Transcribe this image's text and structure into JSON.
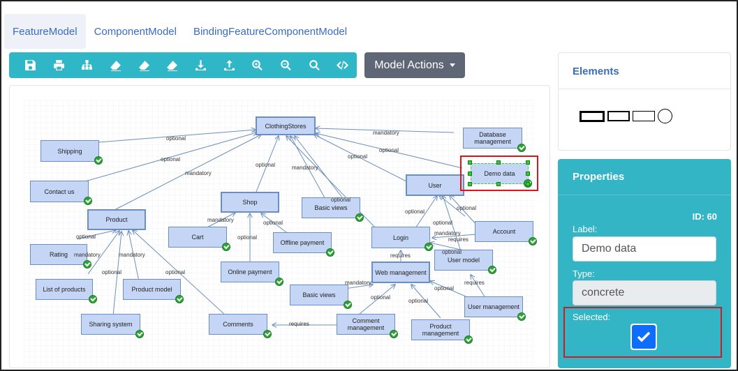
{
  "tabs": [
    {
      "label": "FeatureModel",
      "active": true
    },
    {
      "label": "ComponentModel",
      "active": false
    },
    {
      "label": "BindingFeatureComponentModel",
      "active": false
    }
  ],
  "toolbar": {
    "icons": [
      "save-icon",
      "print-icon",
      "sitemap-icon",
      "eraser-icon",
      "eraser-icon",
      "eraser-icon",
      "download-icon",
      "upload-icon",
      "zoom-in-icon",
      "zoom-out-icon",
      "search-icon",
      "code-icon"
    ],
    "model_actions_label": "Model Actions"
  },
  "elements_panel": {
    "title": "Elements"
  },
  "properties_panel": {
    "title": "Properties",
    "id_text": "ID: 60",
    "label_caption": "Label:",
    "label_value": "Demo data",
    "type_caption": "Type:",
    "type_value": "concrete",
    "selected_caption": "Selected:",
    "selected": true
  },
  "colors": {
    "accent": "#34b5c6",
    "tab_text": "#3b6bc4",
    "node_fill": "#c5d5f5",
    "node_border": "#6c8ebf",
    "highlight": "#d9161c"
  },
  "diagram": {
    "nodes": [
      {
        "id": "n-clothingstores",
        "label": "ClothingStores",
        "abstract": true,
        "check": false
      },
      {
        "id": "n-shipping",
        "label": "Shipping",
        "check": true
      },
      {
        "id": "n-contact",
        "label": "Contact us",
        "check": true
      },
      {
        "id": "n-product",
        "label": "Product",
        "abstract": true,
        "check": false
      },
      {
        "id": "n-rating",
        "label": "Rating",
        "check": true
      },
      {
        "id": "n-listproducts",
        "label": "List of products",
        "check": true
      },
      {
        "id": "n-productmodel",
        "label": "Product model",
        "check": true
      },
      {
        "id": "n-sharing",
        "label": "Sharing system",
        "check": true
      },
      {
        "id": "n-comments",
        "label": "Comments",
        "check": true
      },
      {
        "id": "n-shop",
        "label": "Shop",
        "abstract": true,
        "check": false
      },
      {
        "id": "n-cart",
        "label": "Cart",
        "check": true
      },
      {
        "id": "n-online",
        "label": "Online payment",
        "check": true
      },
      {
        "id": "n-offline",
        "label": "Offline payment",
        "check": true
      },
      {
        "id": "n-basicviews1",
        "label": "Basic views",
        "check": true
      },
      {
        "id": "n-database",
        "label": "Database management",
        "check": true
      },
      {
        "id": "n-demodata",
        "label": "Demo data",
        "check": true
      },
      {
        "id": "n-user",
        "label": "User",
        "abstract": true,
        "check": false
      },
      {
        "id": "n-login",
        "label": "Login",
        "check": true
      },
      {
        "id": "n-account",
        "label": "Account",
        "check": true
      },
      {
        "id": "n-usermodel",
        "label": "User model",
        "check": true
      },
      {
        "id": "n-webmgmt",
        "label": "Web management",
        "abstract": true,
        "check": false
      },
      {
        "id": "n-basicviews2",
        "label": "Basic views",
        "check": true
      },
      {
        "id": "n-commentmgmt",
        "label": "Comment management",
        "check": true
      },
      {
        "id": "n-productmgmt",
        "label": "Product management",
        "check": true
      },
      {
        "id": "n-usermgmt",
        "label": "User management",
        "check": true
      }
    ],
    "edge_labels": [
      "optional",
      "optional",
      "mandatory",
      "mandatory",
      "optional",
      "mandatory",
      "optional",
      "optional",
      "optional",
      "optional",
      "mandatory",
      "optional",
      "optional",
      "mandatory",
      "mandatory",
      "optional",
      "optional",
      "optional",
      "optional",
      "optional",
      "mandatory",
      "requires",
      "optional",
      "requires",
      "requires",
      "mandatory",
      "optional",
      "optional",
      "optional",
      "requires"
    ]
  }
}
